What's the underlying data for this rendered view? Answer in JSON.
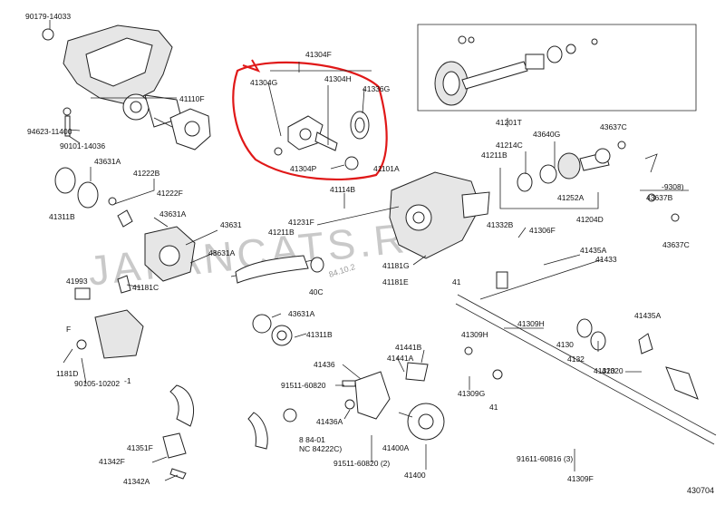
{
  "watermark": "JAPANCATS.RU",
  "stamp": "84.10.2",
  "diagram_code": "430704",
  "labels": [
    "90179-14033",
    "41110F",
    "94623-11400",
    "90101-14036",
    "41304F",
    "41304G",
    "41304H",
    "41336G",
    "41304P",
    "41101A",
    "41201T",
    "41214C",
    "43640G",
    "43637C",
    "41211B",
    "41252A",
    "41204D",
    "-9308)",
    "43637B",
    "43637C",
    "43631A",
    "41222B",
    "41222F",
    "41311B",
    "43631A",
    "43631",
    "43631A",
    "41114B",
    "41231F",
    "41211B",
    "41332B",
    "41306F",
    "41435A",
    "41433",
    "41993",
    "41181C",
    "41181G",
    "41181E",
    "41",
    "40C",
    "43631A",
    "41311B",
    "41309H",
    "41309H",
    "4130",
    "41320",
    "41435A",
    "4132",
    "41320",
    "1181D",
    "90105-10202",
    "41436",
    "41441B",
    "41441A",
    "91511-60820",
    "41436A",
    "41400A",
    "41400",
    "91511-60820 (2)",
    "41309G",
    "41",
    "91611-60816 (3)",
    "41309F",
    "41351F",
    "41342F",
    "41342A",
    "F",
    "8 84-01",
    "NC 84222C)",
    "-1"
  ]
}
